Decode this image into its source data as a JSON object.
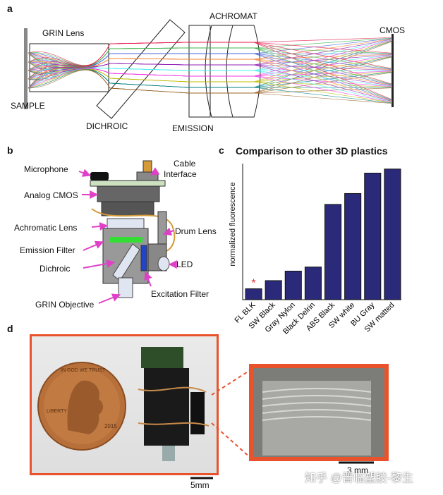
{
  "panels": {
    "a": {
      "letter": "a",
      "labels": {
        "grin_lens": "GRIN Lens",
        "sample": "SAMPLE",
        "dichroic": "DICHROIC",
        "emission": "EMISSION",
        "achromat": "ACHROMAT",
        "cmos": "CMOS"
      }
    },
    "b": {
      "letter": "b",
      "labels": {
        "microphone": "Microphone",
        "analog_cmos": "Analog CMOS",
        "achromatic_lens": "Achromatic Lens",
        "emission_filter": "Emission Filter",
        "dichroic": "Dichroic",
        "grin_objective": "GRIN Objective",
        "cable_interface_1": "Cable",
        "cable_interface_2": "Interface",
        "drum_lens": "Drum Lens",
        "led": "LED",
        "excitation_filter": "Excitation Filter"
      }
    },
    "c": {
      "letter": "c",
      "title": "Comparison to other 3D plastics",
      "ylabel": "normalized fluorescence",
      "asterisk": "*"
    },
    "d": {
      "letter": "d",
      "scale_left": "5mm",
      "scale_right": "3 mm",
      "watermark": "知乎 @晋临塑胶-黎生",
      "coin_text_top": "IN GOD WE TRUST",
      "coin_text_side": "LIBERTY",
      "coin_year": "2015"
    }
  },
  "colors": {
    "bar": "#2b2a7a",
    "arrow": "#e040c8",
    "frame": "#e8532b",
    "asterisk": "#e0303a",
    "emission_filter": "#33dd33",
    "led": "#2244cc"
  },
  "chart_data": {
    "type": "bar",
    "title": "Comparison to other 3D plastics",
    "xlabel": "",
    "ylabel": "normalized fluorescence",
    "categories": [
      "FL BLK",
      "SW Black",
      "Gray Nylon",
      "Black Delrin",
      "ABS Black",
      "SW white",
      "BU Gray",
      "SW matted"
    ],
    "values": [
      0.08,
      0.14,
      0.21,
      0.24,
      0.7,
      0.78,
      0.93,
      0.96
    ],
    "ylim": [
      0,
      1
    ],
    "grid": false,
    "annotations": [
      {
        "category": "FL BLK",
        "text": "*"
      }
    ]
  }
}
